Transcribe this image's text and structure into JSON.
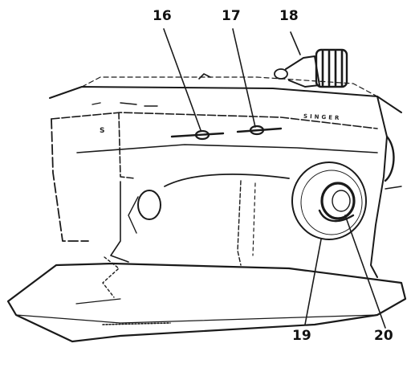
{
  "diagram": {
    "brand_text": "SINGER",
    "panel_mark": "S",
    "callouts": [
      {
        "id": "16",
        "label": "16"
      },
      {
        "id": "17",
        "label": "17"
      },
      {
        "id": "18",
        "label": "18"
      },
      {
        "id": "19",
        "label": "19"
      },
      {
        "id": "20",
        "label": "20"
      }
    ]
  },
  "colors": {
    "ink": "#1a1a1a",
    "paper": "#ffffff"
  }
}
